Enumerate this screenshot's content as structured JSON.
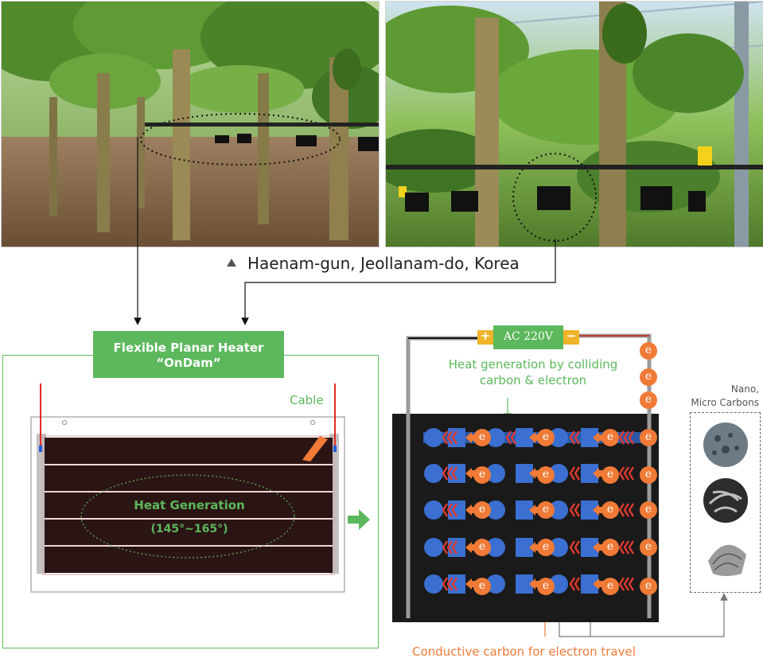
{
  "caption": {
    "location": "Haenam-gun, Jeollanam-do, Korea"
  },
  "heater": {
    "title_line1": "Flexible Planar Heater",
    "title_line2": "“OnDam”",
    "cable_label": "Cable",
    "heat_label": "Heat Generation",
    "temp_range": "(145°~165°)"
  },
  "mechanism": {
    "power_label": "AC 220V",
    "plus_sign": "+",
    "minus_sign": "−",
    "heat_desc_line1": "Heat generation by colliding",
    "heat_desc_line2": "carbon  & electron",
    "electron_symbol": "e",
    "carbon_label_line1": "Nano,",
    "carbon_label_line2": "Micro Carbons",
    "conductive_label": "Conductive carbon for electron travel"
  },
  "colors": {
    "accent_green": "#5cb85c",
    "electron_orange": "#f07a36",
    "carbon_blue": "#3b6fd1",
    "heat_red": "#e03a2f",
    "panel_dark": "#2a1414"
  }
}
